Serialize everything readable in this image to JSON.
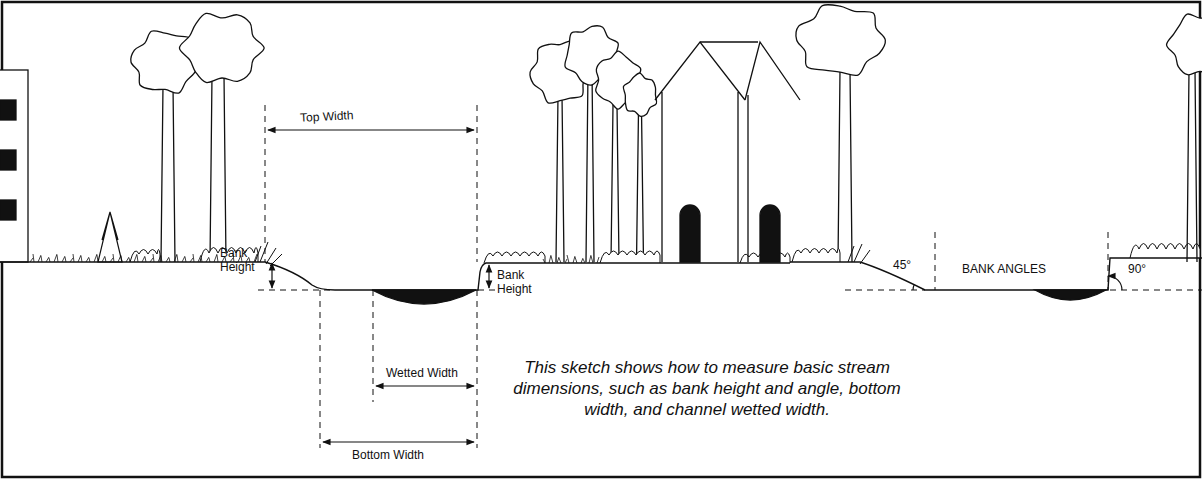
{
  "diagram": {
    "caption": "This sketch shows how to measure basic stream dimensions, such as bank height and angle, bottom width, and channel wetted width.",
    "labels": [
      "Top Width",
      "Bank Height",
      "Bank Height",
      "Wetted Width",
      "Bottom Width",
      "45°",
      "BANK ANGLES",
      "90°"
    ]
  }
}
